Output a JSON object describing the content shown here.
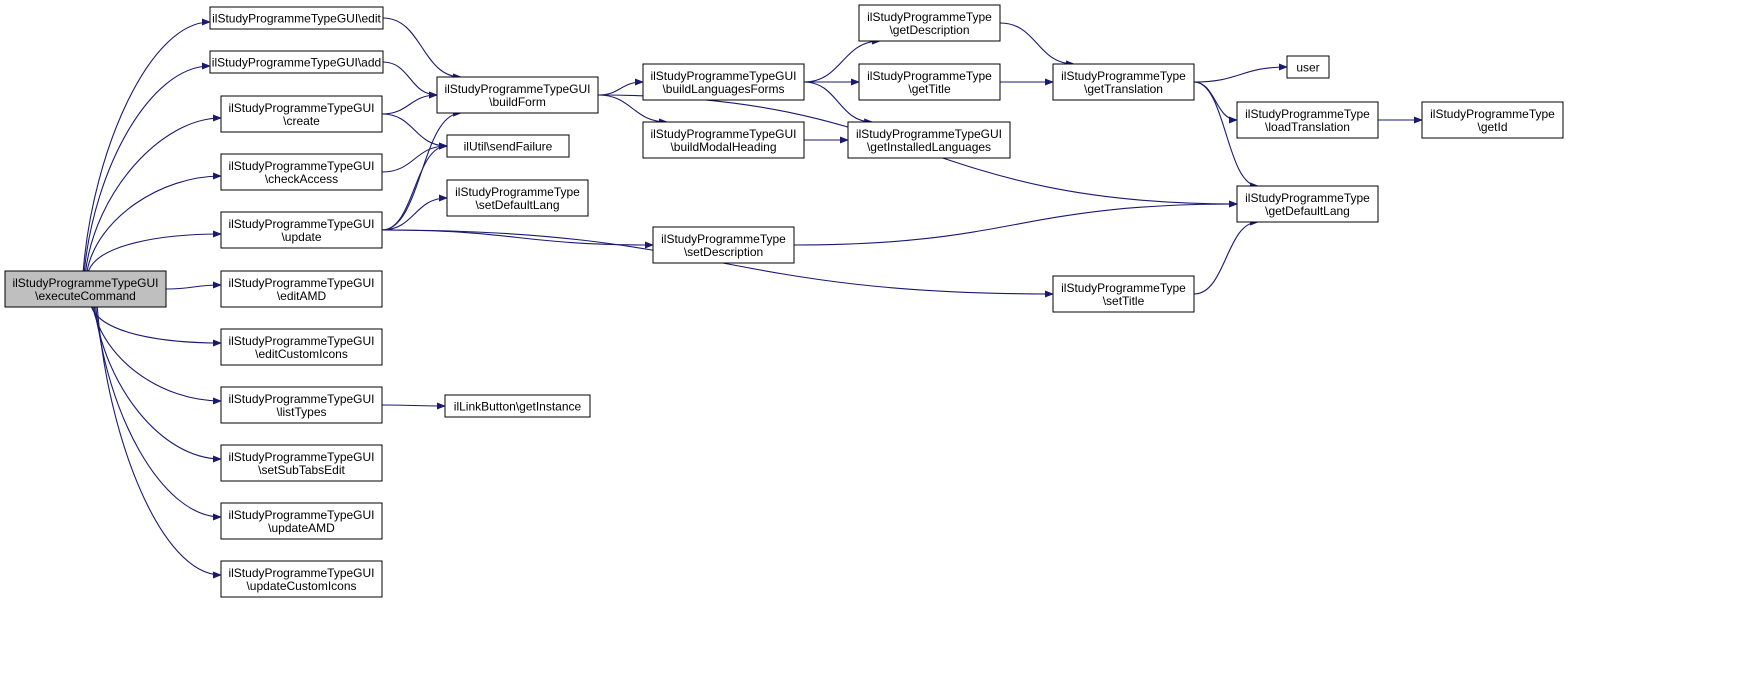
{
  "nodes": [
    {
      "id": "root",
      "lines": [
        "ilStudyProgrammeTypeGUI",
        "\\executeCommand"
      ]
    },
    {
      "id": "edit",
      "lines": [
        "ilStudyProgrammeTypeGUI\\edit"
      ]
    },
    {
      "id": "add",
      "lines": [
        "ilStudyProgrammeTypeGUI\\add"
      ]
    },
    {
      "id": "create",
      "lines": [
        "ilStudyProgrammeTypeGUI",
        "\\create"
      ]
    },
    {
      "id": "checkAccess",
      "lines": [
        "ilStudyProgrammeTypeGUI",
        "\\checkAccess"
      ]
    },
    {
      "id": "update",
      "lines": [
        "ilStudyProgrammeTypeGUI",
        "\\update"
      ]
    },
    {
      "id": "editAMD",
      "lines": [
        "ilStudyProgrammeTypeGUI",
        "\\editAMD"
      ]
    },
    {
      "id": "editCustomIcons",
      "lines": [
        "ilStudyProgrammeTypeGUI",
        "\\editCustomIcons"
      ]
    },
    {
      "id": "listTypes",
      "lines": [
        "ilStudyProgrammeTypeGUI",
        "\\listTypes"
      ]
    },
    {
      "id": "setSubTabsEdit",
      "lines": [
        "ilStudyProgrammeTypeGUI",
        "\\setSubTabsEdit"
      ]
    },
    {
      "id": "updateAMD",
      "lines": [
        "ilStudyProgrammeTypeGUI",
        "\\updateAMD"
      ]
    },
    {
      "id": "updateCustomIcons",
      "lines": [
        "ilStudyProgrammeTypeGUI",
        "\\updateCustomIcons"
      ]
    },
    {
      "id": "buildForm",
      "lines": [
        "ilStudyProgrammeTypeGUI",
        "\\buildForm"
      ]
    },
    {
      "id": "sendFailure",
      "lines": [
        "ilUtil\\sendFailure"
      ]
    },
    {
      "id": "setDefaultLang",
      "lines": [
        "ilStudyProgrammeType",
        "\\setDefaultLang"
      ]
    },
    {
      "id": "getInstance",
      "lines": [
        "ilLinkButton\\getInstance"
      ]
    },
    {
      "id": "buildLanguagesForms",
      "lines": [
        "ilStudyProgrammeTypeGUI",
        "\\buildLanguagesForms"
      ]
    },
    {
      "id": "buildModalHeading",
      "lines": [
        "ilStudyProgrammeTypeGUI",
        "\\buildModalHeading"
      ]
    },
    {
      "id": "setDescription",
      "lines": [
        "ilStudyProgrammeType",
        "\\setDescription"
      ]
    },
    {
      "id": "getDescription",
      "lines": [
        "ilStudyProgrammeType",
        "\\getDescription"
      ]
    },
    {
      "id": "getTitle",
      "lines": [
        "ilStudyProgrammeType",
        "\\getTitle"
      ]
    },
    {
      "id": "getInstalledLanguages",
      "lines": [
        "ilStudyProgrammeTypeGUI",
        "\\getInstalledLanguages"
      ]
    },
    {
      "id": "getTranslation",
      "lines": [
        "ilStudyProgrammeType",
        "\\getTranslation"
      ]
    },
    {
      "id": "setTitle",
      "lines": [
        "ilStudyProgrammeType",
        "\\setTitle"
      ]
    },
    {
      "id": "user",
      "lines": [
        "user"
      ]
    },
    {
      "id": "loadTranslation",
      "lines": [
        "ilStudyProgrammeType",
        "\\loadTranslation"
      ]
    },
    {
      "id": "getDefaultLang",
      "lines": [
        "ilStudyProgrammeType",
        "\\getDefaultLang"
      ]
    },
    {
      "id": "getId",
      "lines": [
        "ilStudyProgrammeType",
        "\\getId"
      ]
    }
  ],
  "edges": [
    [
      "root",
      "edit"
    ],
    [
      "root",
      "add"
    ],
    [
      "root",
      "create"
    ],
    [
      "root",
      "checkAccess"
    ],
    [
      "root",
      "update"
    ],
    [
      "root",
      "editAMD"
    ],
    [
      "root",
      "editCustomIcons"
    ],
    [
      "root",
      "listTypes"
    ],
    [
      "root",
      "setSubTabsEdit"
    ],
    [
      "root",
      "updateAMD"
    ],
    [
      "root",
      "updateCustomIcons"
    ],
    [
      "edit",
      "buildForm"
    ],
    [
      "add",
      "buildForm"
    ],
    [
      "create",
      "buildForm"
    ],
    [
      "create",
      "sendFailure"
    ],
    [
      "checkAccess",
      "sendFailure"
    ],
    [
      "update",
      "buildForm"
    ],
    [
      "update",
      "sendFailure"
    ],
    [
      "update",
      "setDefaultLang"
    ],
    [
      "update",
      "setDescription"
    ],
    [
      "update",
      "setTitle"
    ],
    [
      "listTypes",
      "getInstance"
    ],
    [
      "buildForm",
      "buildLanguagesForms"
    ],
    [
      "buildForm",
      "buildModalHeading"
    ],
    [
      "buildForm",
      "getDefaultLang"
    ],
    [
      "buildLanguagesForms",
      "getDescription"
    ],
    [
      "buildLanguagesForms",
      "getTitle"
    ],
    [
      "buildLanguagesForms",
      "getInstalledLanguages"
    ],
    [
      "buildModalHeading",
      "getInstalledLanguages"
    ],
    [
      "getDescription",
      "getTranslation"
    ],
    [
      "getTitle",
      "getTranslation"
    ],
    [
      "getTranslation",
      "user"
    ],
    [
      "getTranslation",
      "loadTranslation"
    ],
    [
      "getTranslation",
      "getDefaultLang"
    ],
    [
      "loadTranslation",
      "getId"
    ],
    [
      "setDescription",
      "getDefaultLang"
    ],
    [
      "setTitle",
      "getDefaultLang"
    ]
  ],
  "colors": {
    "edge": "#191970",
    "root_fill": "#bfbfbf",
    "node_fill": "#ffffff",
    "border": "#000000"
  }
}
